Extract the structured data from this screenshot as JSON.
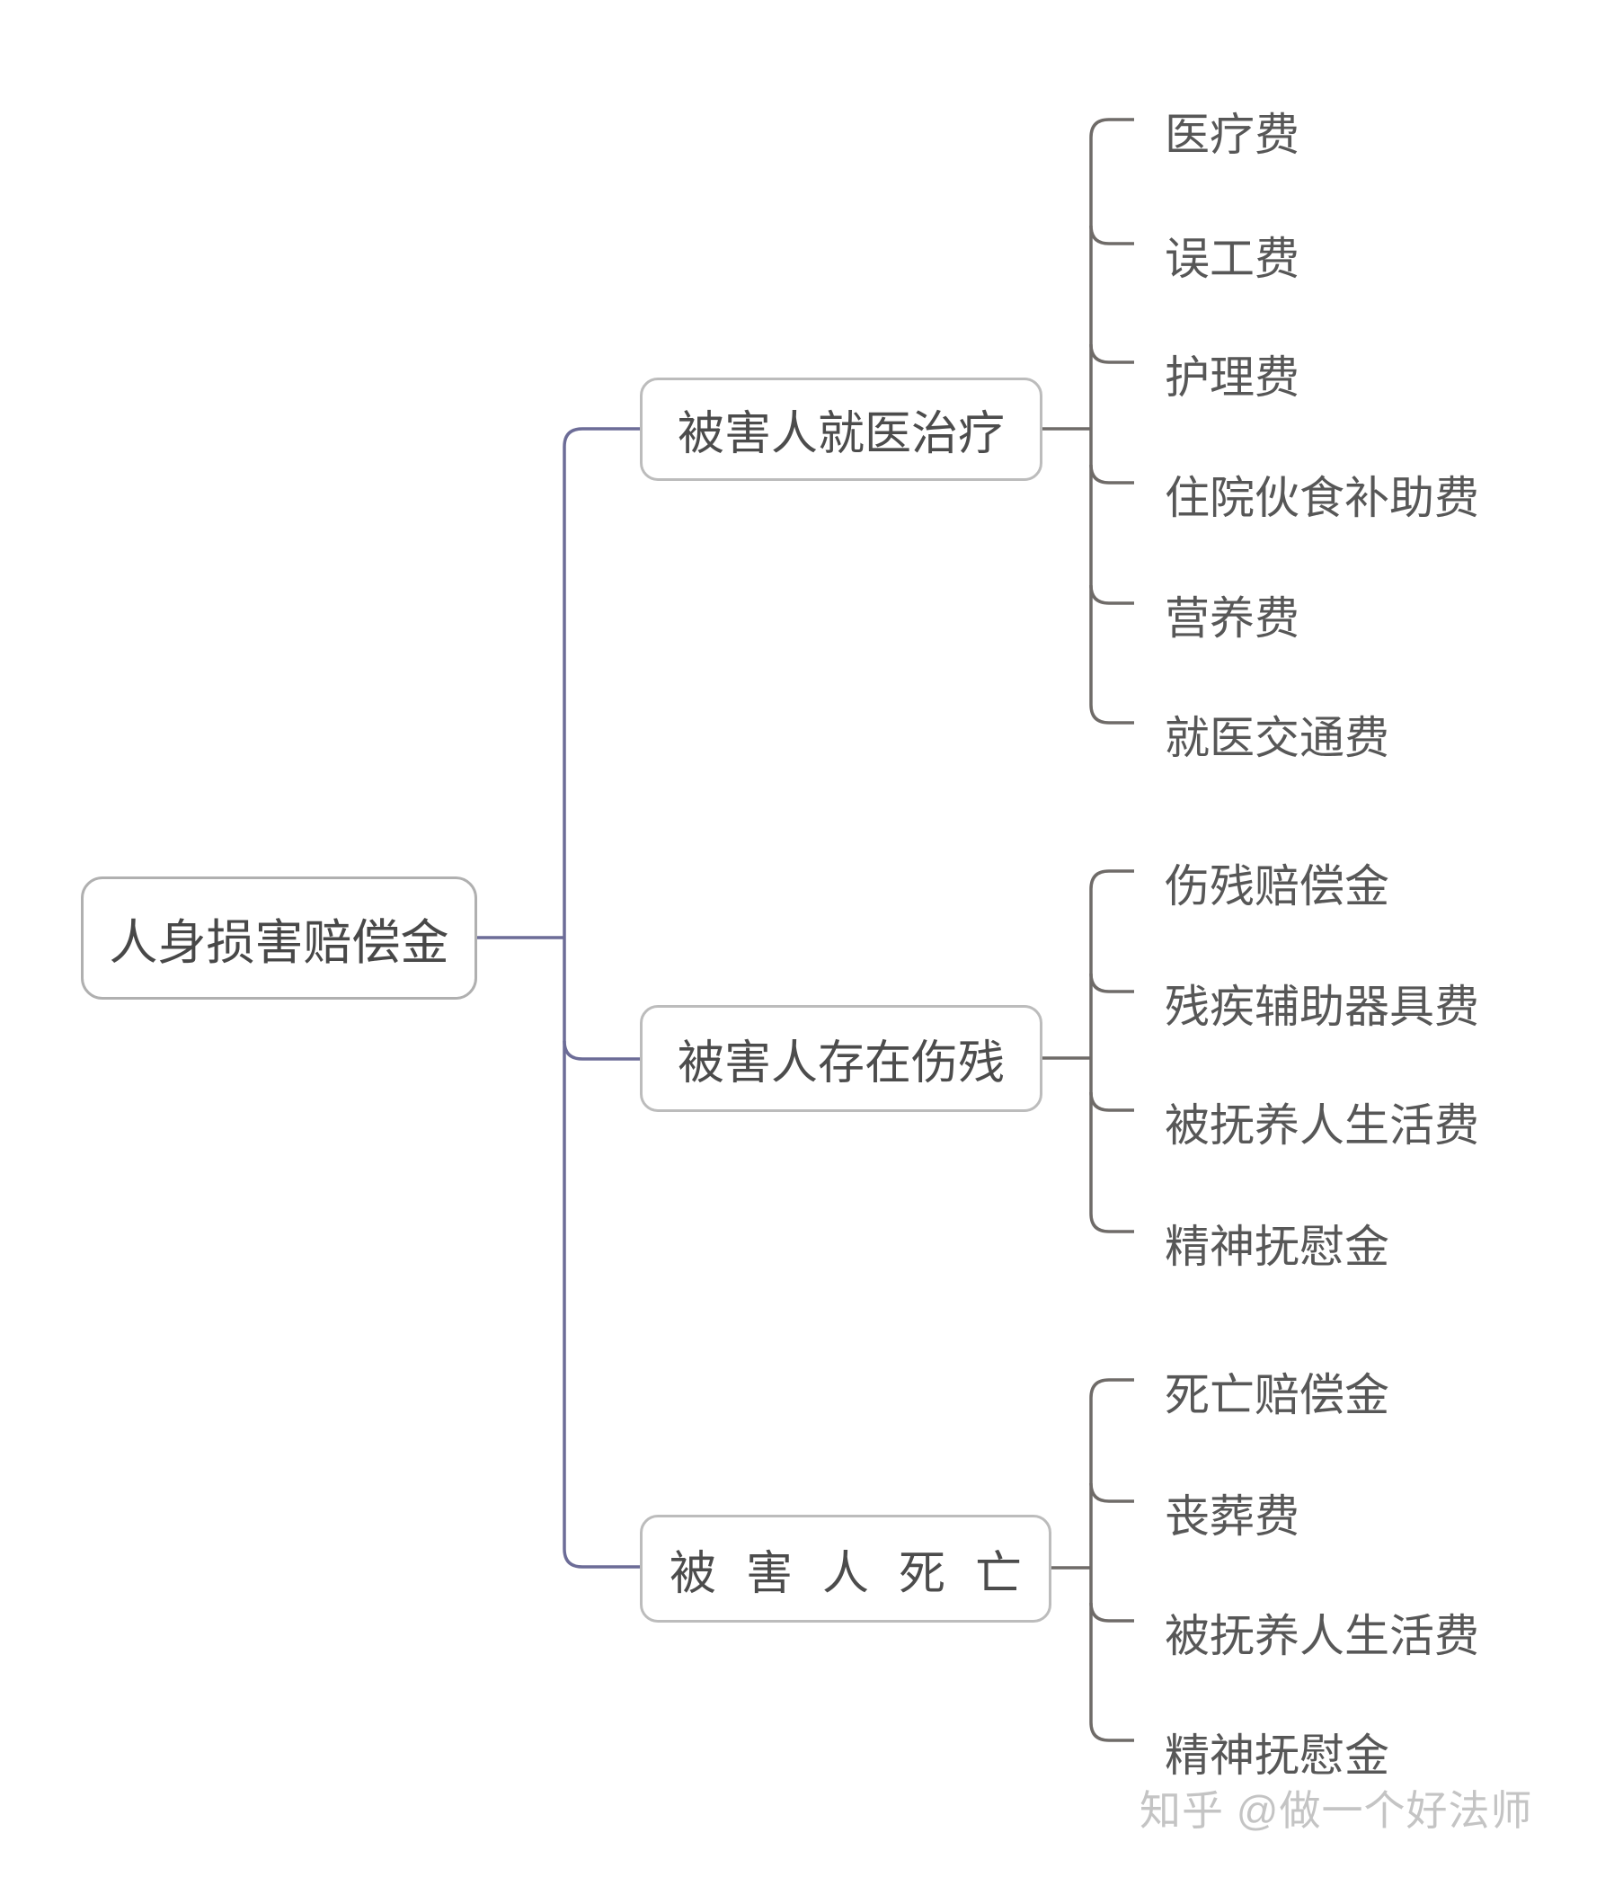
{
  "root": {
    "label": "人身损害赔偿金"
  },
  "branches": [
    {
      "label": "被害人就医治疗",
      "children": [
        "医疗费",
        "误工费",
        "护理费",
        "住院伙食补助费",
        "营养费",
        "就医交通费"
      ]
    },
    {
      "label": "被害人存在伤残",
      "children": [
        "伤残赔偿金",
        "残疾辅助器具费",
        "被抚养人生活费",
        "精神抚慰金"
      ]
    },
    {
      "label": "被害人死亡",
      "children": [
        "死亡赔偿金",
        "丧葬费",
        "被抚养人生活费",
        "精神抚慰金"
      ]
    }
  ],
  "watermark": "知乎 @做一个好法师",
  "colors": {
    "background": "#ffffff",
    "root_connector": "#6c6c97",
    "branch_connector": "#6f6b68",
    "node_border": "#bcbcbc",
    "node_text": "#4c4c4c",
    "leaf_text": "#575757",
    "watermark_text": "#c4c4c4"
  }
}
